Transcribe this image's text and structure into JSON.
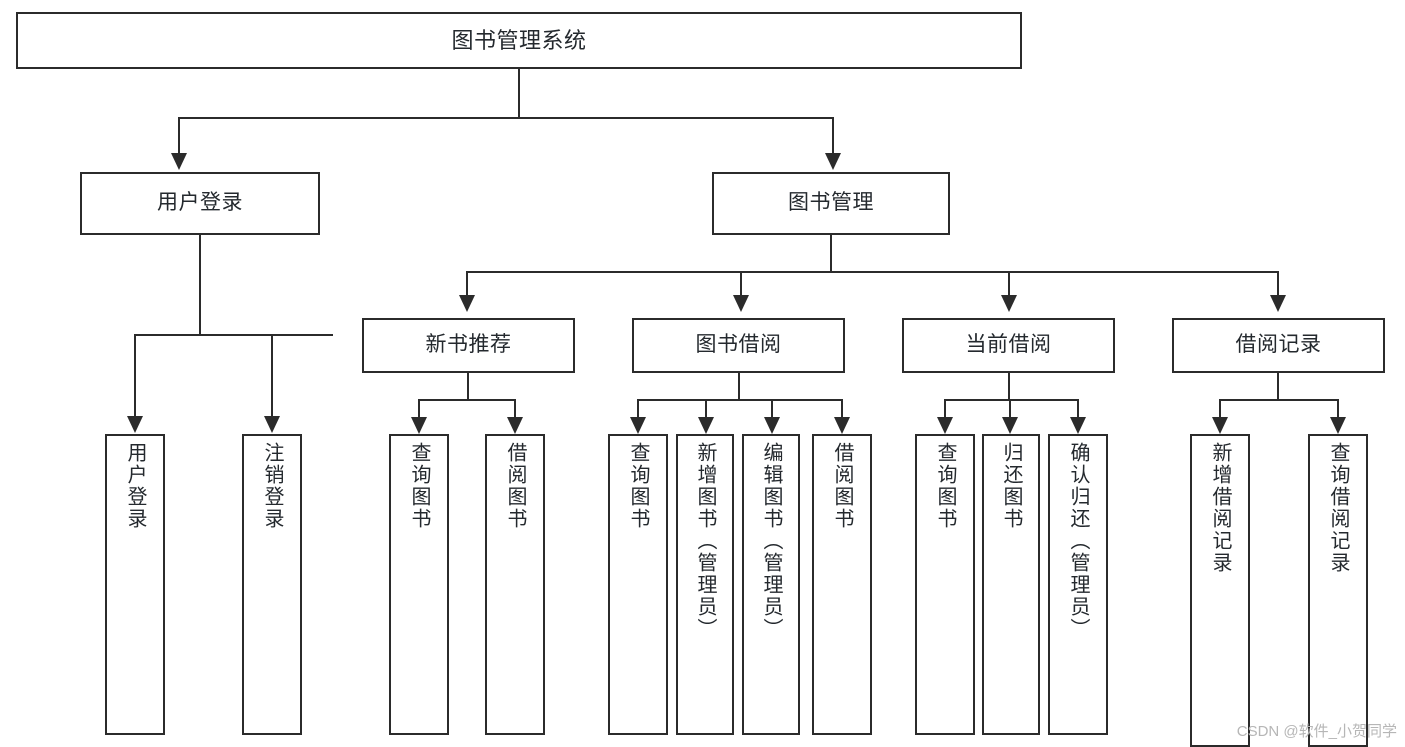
{
  "diagram": {
    "title": "图书管理系统",
    "watermark": "CSDN @软件_小贺同学",
    "line_color": "#2b2b2b",
    "text_color": "#24292e",
    "background": "#ffffff",
    "levels": {
      "root": {
        "label": "图书管理系统"
      },
      "level2": [
        {
          "id": "user-login",
          "label": "用户登录"
        },
        {
          "id": "book-management",
          "label": "图书管理"
        }
      ],
      "level3": [
        {
          "id": "new-book-recommend",
          "label": "新书推荐"
        },
        {
          "id": "book-borrow",
          "label": "图书借阅"
        },
        {
          "id": "current-borrow",
          "label": "当前借阅"
        },
        {
          "id": "borrow-record",
          "label": "借阅记录"
        }
      ],
      "leaves": {
        "user_login": [
          {
            "id": "leaf-user-login",
            "label": "用户登录"
          },
          {
            "id": "leaf-logout-login",
            "label": "注销登录"
          }
        ],
        "new_book_recommend": [
          {
            "id": "leaf-query-book-1",
            "label": "查询图书"
          },
          {
            "id": "leaf-borrow-book-1",
            "label": "借阅图书"
          }
        ],
        "book_borrow": [
          {
            "id": "leaf-query-book-2",
            "label": "查询图书"
          },
          {
            "id": "leaf-add-book",
            "label": "新增图书（管理员）"
          },
          {
            "id": "leaf-edit-book",
            "label": "编辑图书（管理员）"
          },
          {
            "id": "leaf-borrow-book-2",
            "label": "借阅图书"
          }
        ],
        "current_borrow": [
          {
            "id": "leaf-query-book-3",
            "label": "查询图书"
          },
          {
            "id": "leaf-return-book",
            "label": "归还图书"
          },
          {
            "id": "leaf-confirm-return",
            "label": "确认归还（管理员）"
          }
        ],
        "borrow_record": [
          {
            "id": "leaf-add-record",
            "label": "新增借阅记录"
          },
          {
            "id": "leaf-query-record",
            "label": "查询借阅记录"
          }
        ]
      }
    }
  }
}
